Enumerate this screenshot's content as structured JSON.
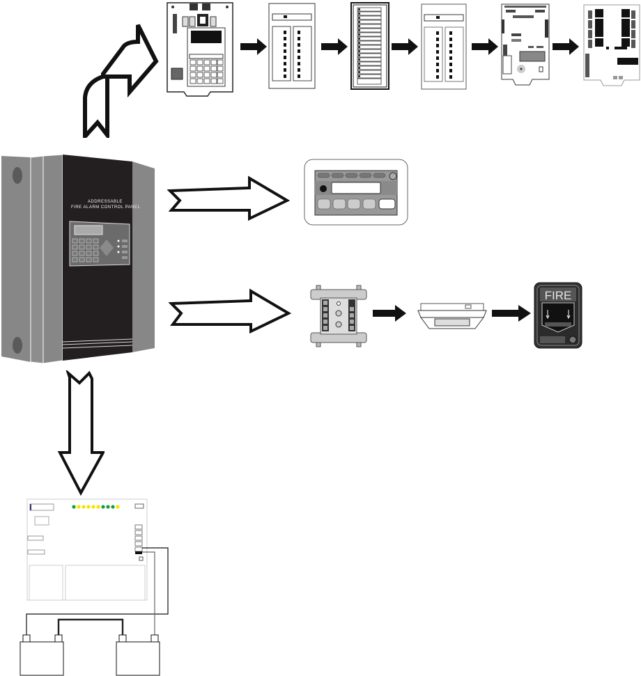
{
  "diagram": {
    "title": "Addressable fire alarm system connection diagram",
    "control_panel": {
      "label_line1": "ADDRESSABLE",
      "label_line2": "FIRE ALARM CONTROL PANEL",
      "colors": {
        "body": "#231f20",
        "side": "#878787",
        "keypad": "#6b6b6b"
      }
    },
    "expansion_modules": [
      {
        "name": "Main control board"
      },
      {
        "name": "LED zone annunciator"
      },
      {
        "name": "Zone label card"
      },
      {
        "name": "LED zone annunciator"
      },
      {
        "name": "Expansion circuit board"
      },
      {
        "name": "Relay module board"
      }
    ],
    "remote_annunciator": {
      "name": "Remote annunciator keypad"
    },
    "addressable_loop": [
      {
        "name": "Addressable input/output module"
      },
      {
        "name": "Addressable smoke detector"
      },
      {
        "name": "Manual call point",
        "label": "FIRE"
      }
    ],
    "power_supply": {
      "board": "Power supply board",
      "led_colors": [
        "#1a9e3a",
        "#f2e600",
        "#f2e600",
        "#f2e600",
        "#f2e600",
        "#f2e600",
        "#1a9e3a",
        "#1a9e3a",
        "#1a9e3a",
        "#f2e600"
      ],
      "batteries": [
        {
          "name": "Battery 1"
        },
        {
          "name": "Battery 2"
        }
      ]
    }
  }
}
